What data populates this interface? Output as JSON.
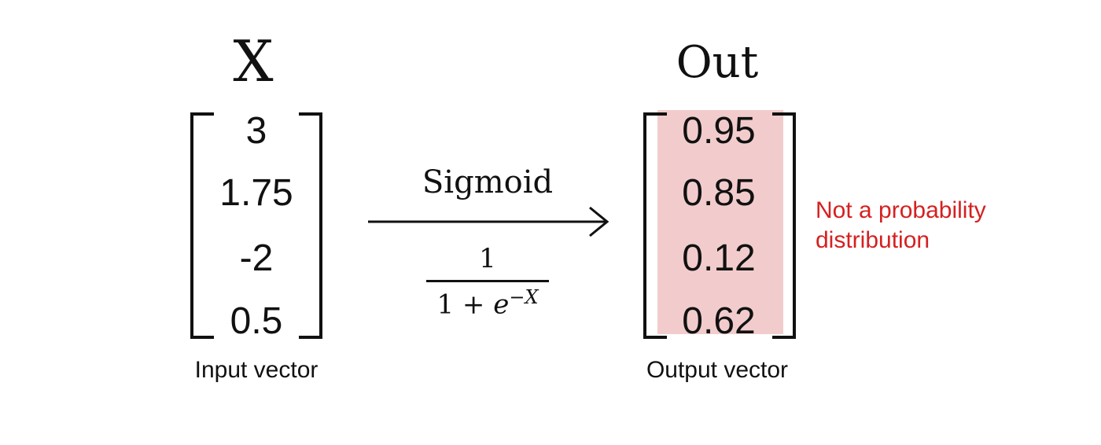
{
  "input": {
    "title": "X",
    "values": [
      "3",
      "1.75",
      "-2",
      "0.5"
    ],
    "caption": "Input vector"
  },
  "output": {
    "title": "Out",
    "values": [
      "0.95",
      "0.85",
      "0.12",
      "0.62"
    ],
    "caption": "Output vector",
    "highlight_color": "#f2cccc"
  },
  "transform": {
    "label": "Sigmoid",
    "formula_numerator": "1",
    "formula_denominator_base": "1 + ",
    "formula_denominator_var": "e",
    "formula_denominator_exp": "−X"
  },
  "note": {
    "line1": "Not a probability",
    "line2": "distribution",
    "color": "#d62020"
  }
}
